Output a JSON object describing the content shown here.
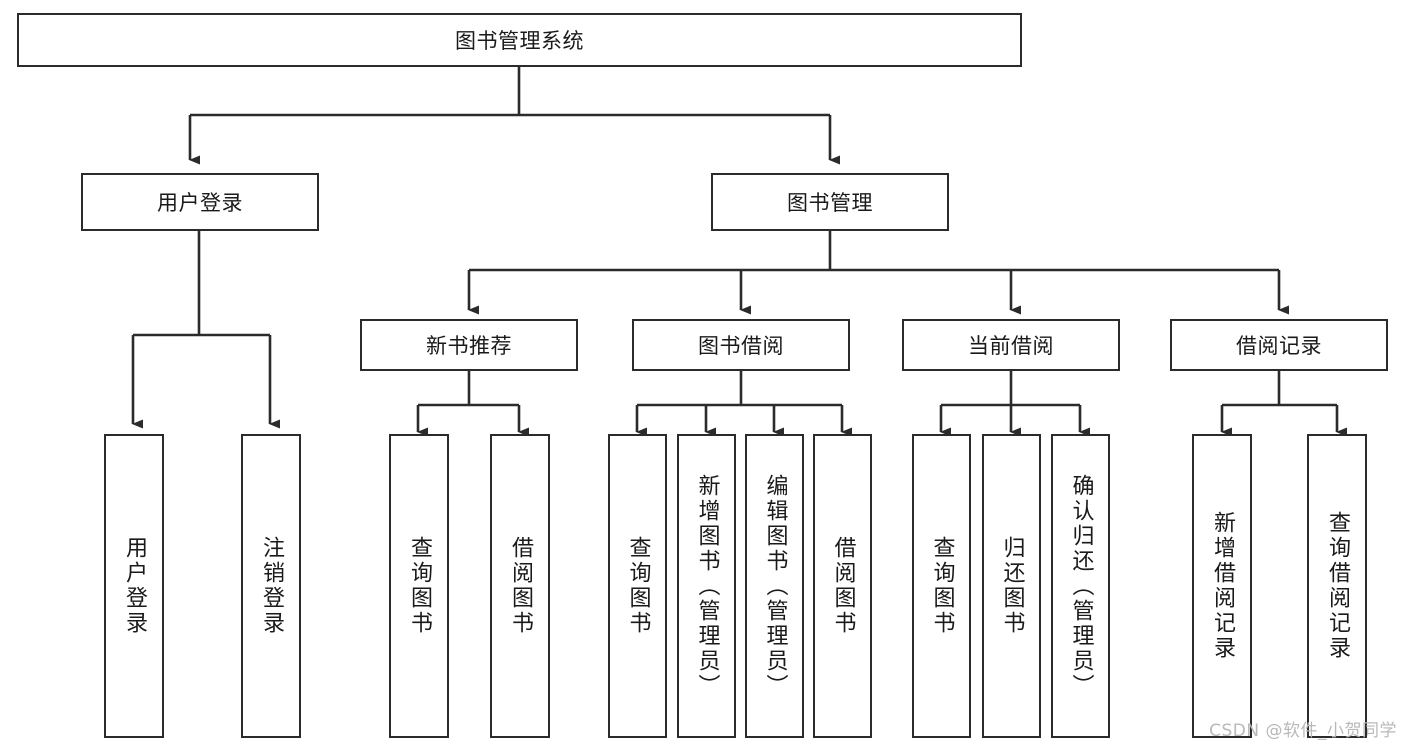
{
  "diagram": {
    "title": "图书管理系统",
    "type": "hierarchy-tree",
    "orientation": "top-down",
    "colors": {
      "box_border": "#2b2b2b",
      "box_fill": "#ffffff",
      "connector": "#2b2b2b",
      "text": "#1a1a1a",
      "watermark": "#b9b9b9",
      "background": "#ffffff"
    },
    "levels": [
      {
        "level": 1,
        "nodes": [
          {
            "id": "root",
            "label": "图书管理系统",
            "orientation": "horizontal"
          }
        ]
      },
      {
        "level": 2,
        "nodes": [
          {
            "id": "login",
            "label": "用户登录",
            "orientation": "horizontal",
            "parent": "root"
          },
          {
            "id": "bookmgmt",
            "label": "图书管理",
            "orientation": "horizontal",
            "parent": "root"
          }
        ]
      },
      {
        "level": 3,
        "nodes": [
          {
            "id": "newbook",
            "label": "新书推荐",
            "orientation": "horizontal",
            "parent": "bookmgmt"
          },
          {
            "id": "borrow",
            "label": "图书借阅",
            "orientation": "horizontal",
            "parent": "bookmgmt"
          },
          {
            "id": "current",
            "label": "当前借阅",
            "orientation": "horizontal",
            "parent": "bookmgmt"
          },
          {
            "id": "records",
            "label": "借阅记录",
            "orientation": "horizontal",
            "parent": "bookmgmt"
          }
        ]
      },
      {
        "level": 4,
        "nodes": [
          {
            "id": "leaf-user-login",
            "label": "用户登录",
            "orientation": "vertical",
            "parent": "login"
          },
          {
            "id": "leaf-user-logout",
            "label": "注销登录",
            "orientation": "vertical",
            "parent": "login"
          },
          {
            "id": "leaf-query-book-1",
            "label": "查询图书",
            "orientation": "vertical",
            "parent": "newbook"
          },
          {
            "id": "leaf-borrow-book-1",
            "label": "借阅图书",
            "orientation": "vertical",
            "parent": "newbook"
          },
          {
            "id": "leaf-query-book-2",
            "label": "查询图书",
            "orientation": "vertical",
            "parent": "borrow"
          },
          {
            "id": "leaf-add-book",
            "label": "新增图书（管理员）",
            "orientation": "vertical",
            "parent": "borrow"
          },
          {
            "id": "leaf-edit-book",
            "label": "编辑图书（管理员）",
            "orientation": "vertical",
            "parent": "borrow"
          },
          {
            "id": "leaf-borrow-book-2",
            "label": "借阅图书",
            "orientation": "vertical",
            "parent": "borrow"
          },
          {
            "id": "leaf-query-book-3",
            "label": "查询图书",
            "orientation": "vertical",
            "parent": "current"
          },
          {
            "id": "leaf-return-book",
            "label": "归还图书",
            "orientation": "vertical",
            "parent": "current"
          },
          {
            "id": "leaf-confirm-return",
            "label": "确认归还（管理员）",
            "orientation": "vertical",
            "parent": "current"
          },
          {
            "id": "leaf-add-record",
            "label": "新增借阅记录",
            "orientation": "vertical",
            "parent": "records"
          },
          {
            "id": "leaf-query-record",
            "label": "查询借阅记录",
            "orientation": "vertical",
            "parent": "records"
          }
        ]
      }
    ],
    "watermark": "CSDN @软件_小贺同学"
  }
}
